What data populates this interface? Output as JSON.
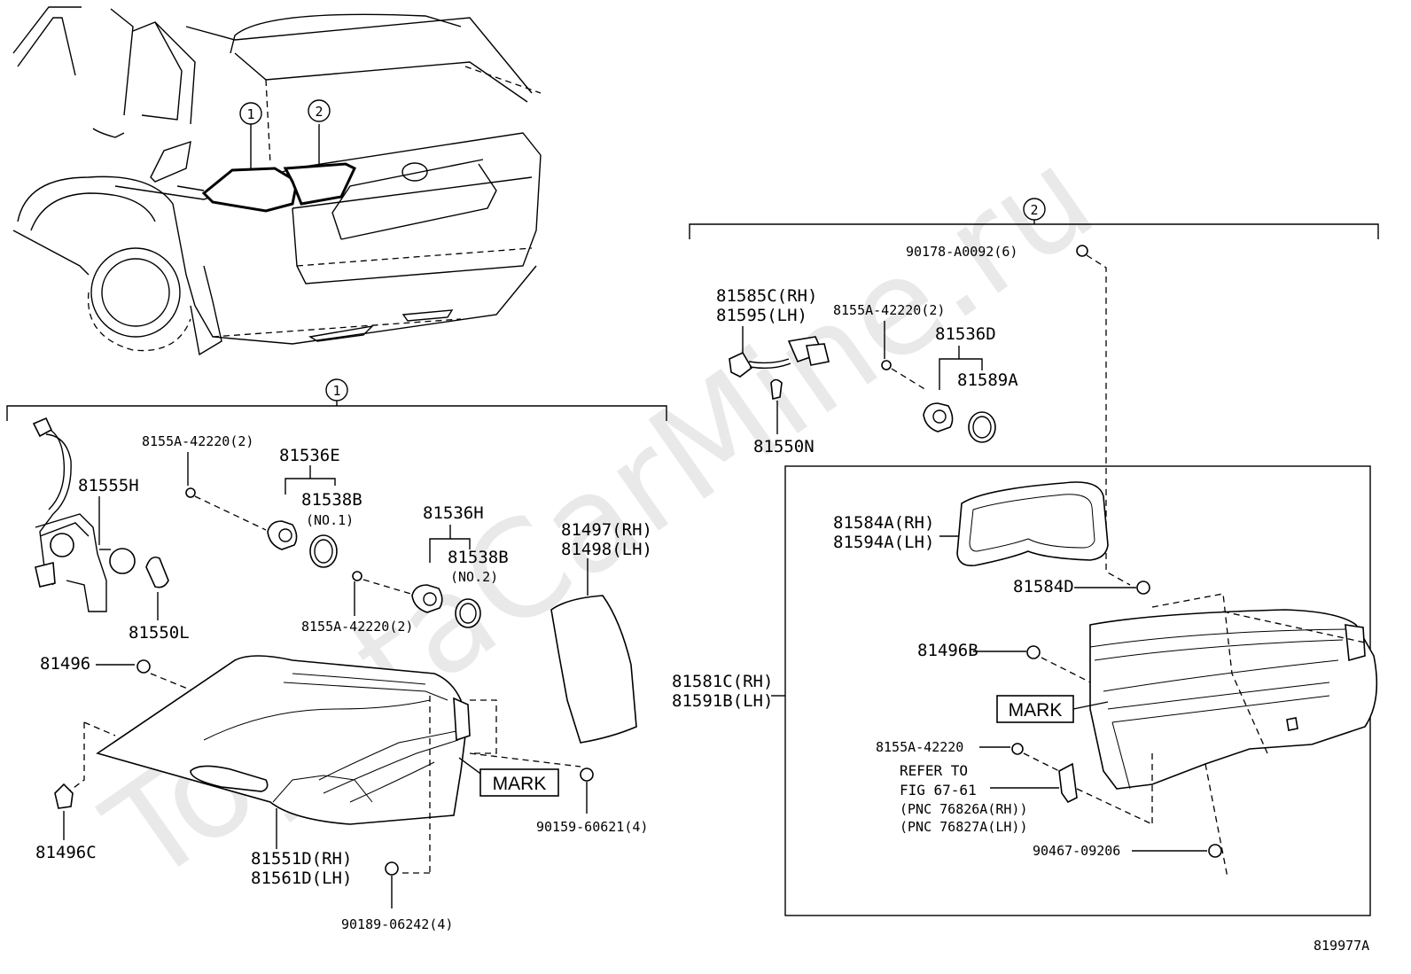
{
  "watermark": "ToyotaCarMine.ru",
  "callouts": {
    "c1": "1",
    "c2": "2"
  },
  "figure_id": "819977A",
  "mark": {
    "left": "MARK",
    "right": "MARK"
  },
  "labels": {
    "p81555H": "81555H",
    "p81550L": "81550L",
    "p8155A_l1": "8155A-42220(2)",
    "p81536E": "81536E",
    "p81538B_1": "81538B",
    "no1": "(NO.1)",
    "p81536H": "81536H",
    "p81538B_2": "81538B",
    "no2": "(NO.2)",
    "p8155A_l2": "8155A-42220(2)",
    "p81497": "81497(RH)",
    "p81498": "81498(LH)",
    "p81496": "81496",
    "p81496C": "81496C",
    "p81551D": "81551D(RH)",
    "p81561D": "81561D(LH)",
    "p90189": "90189-06242(4)",
    "p90159": "90159-60621(4)",
    "p90178": "90178-A0092(6)",
    "p81585C": "81585C(RH)",
    "p81595": "81595(LH)",
    "p8155A_r1": "8155A-42220(2)",
    "p81536D": "81536D",
    "p81589A": "81589A",
    "p81550N": "81550N",
    "p81584A": "81584A(RH)",
    "p81594A": "81594A(LH)",
    "p81584D": "81584D",
    "p81496B": "81496B",
    "p81581C": "81581C(RH)",
    "p81591B": "81591B(LH)",
    "p8155A_r2": "8155A-42220",
    "refer1": "REFER TO",
    "refer2": "FIG 67-61",
    "refer3": "(PNC 76826A(RH))",
    "refer4": "(PNC 76827A(LH))",
    "p90467": "90467-09206"
  }
}
